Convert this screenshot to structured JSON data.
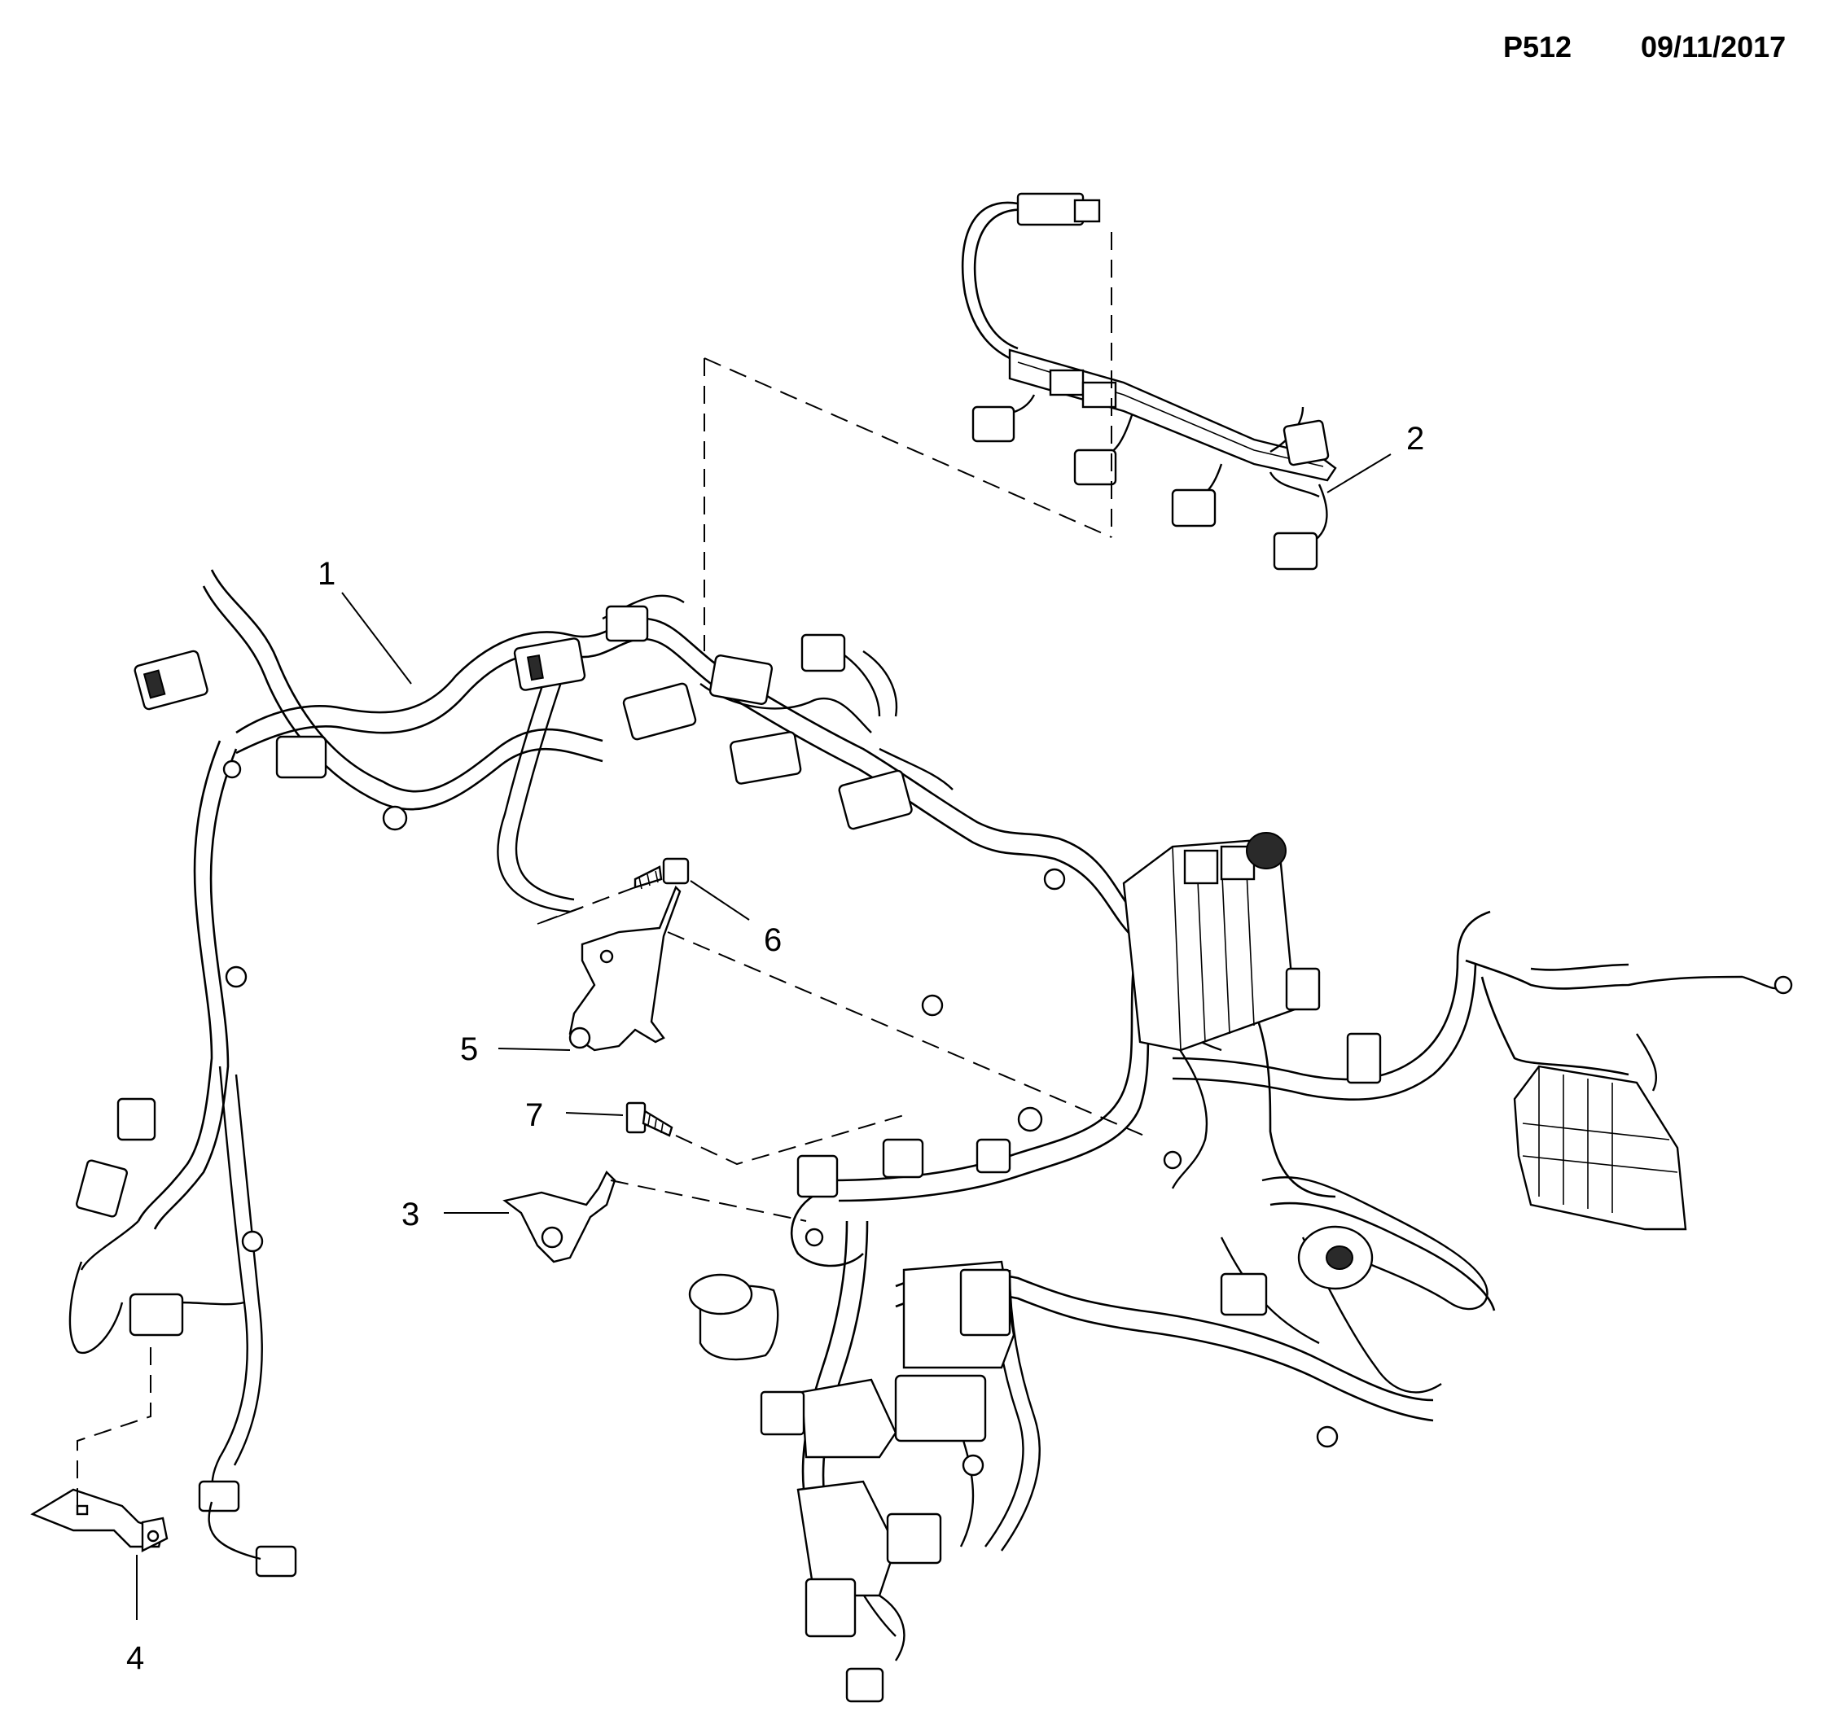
{
  "header": {
    "page_code": "P512",
    "date": "09/11/2017"
  },
  "callouts": [
    {
      "id": "callout-1",
      "label": "1"
    },
    {
      "id": "callout-2",
      "label": "2"
    },
    {
      "id": "callout-3",
      "label": "3"
    },
    {
      "id": "callout-4",
      "label": "4"
    },
    {
      "id": "callout-5",
      "label": "5"
    },
    {
      "id": "callout-6",
      "label": "6"
    },
    {
      "id": "callout-7",
      "label": "7"
    }
  ]
}
